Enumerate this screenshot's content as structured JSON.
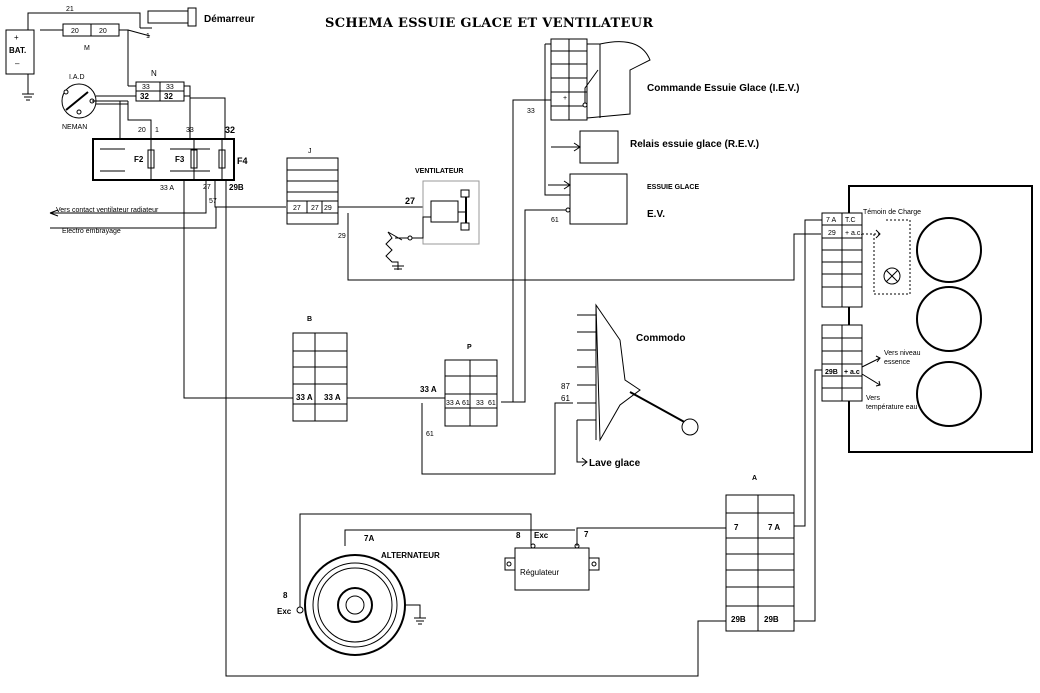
{
  "title": "SCHEMA ESSUIE GLACE ET VENTILATEUR",
  "labels": {
    "demarreur": "Démarreur",
    "bat": "BAT.",
    "bat_plus": "+",
    "bat_minus": "–",
    "m": "M",
    "iad": "I.A.D",
    "neman": "NEMAN",
    "n": "N",
    "f2": "F2",
    "f3": "F3",
    "f4": "F4",
    "ventilateur": "VENTILATEUR",
    "j": "J",
    "b": "B",
    "p": "P",
    "a": "A",
    "cmd_essuie": "Commande Essuie Glace  (I.E.V.)",
    "relais": "Relais essuie glace  (R.E.V.)",
    "essuie_glace": "ESSUIE GLACE",
    "ev": "E.V.",
    "commodo": "Commodo",
    "lave_glace": "Lave glace",
    "alternateur": "ALTERNATEUR",
    "regulateur": "Régulateur",
    "exc": "Exc",
    "temoin": "Témoin de Charge",
    "tc": "T.C",
    "ac": "+ a.c.",
    "ac2": "+ a.c",
    "vers_niveau": "Vers niveau",
    "essence": "essence",
    "vers": "Vers",
    "temp_eau": "température eau",
    "vers_contact": "Vers contact ventilateur radiateur",
    "electro": "Electro embrayage"
  },
  "wires": {
    "w21": "21",
    "w20": "20",
    "w1": "1",
    "w33": "33",
    "w32": "32",
    "w33a": "33 A",
    "w27": "27",
    "w29b": "29B",
    "w57": "57",
    "w29": "29",
    "w61": "61",
    "w87": "87",
    "w7": "7",
    "w7a": "7 A",
    "w7A": "7A",
    "w8": "8"
  }
}
